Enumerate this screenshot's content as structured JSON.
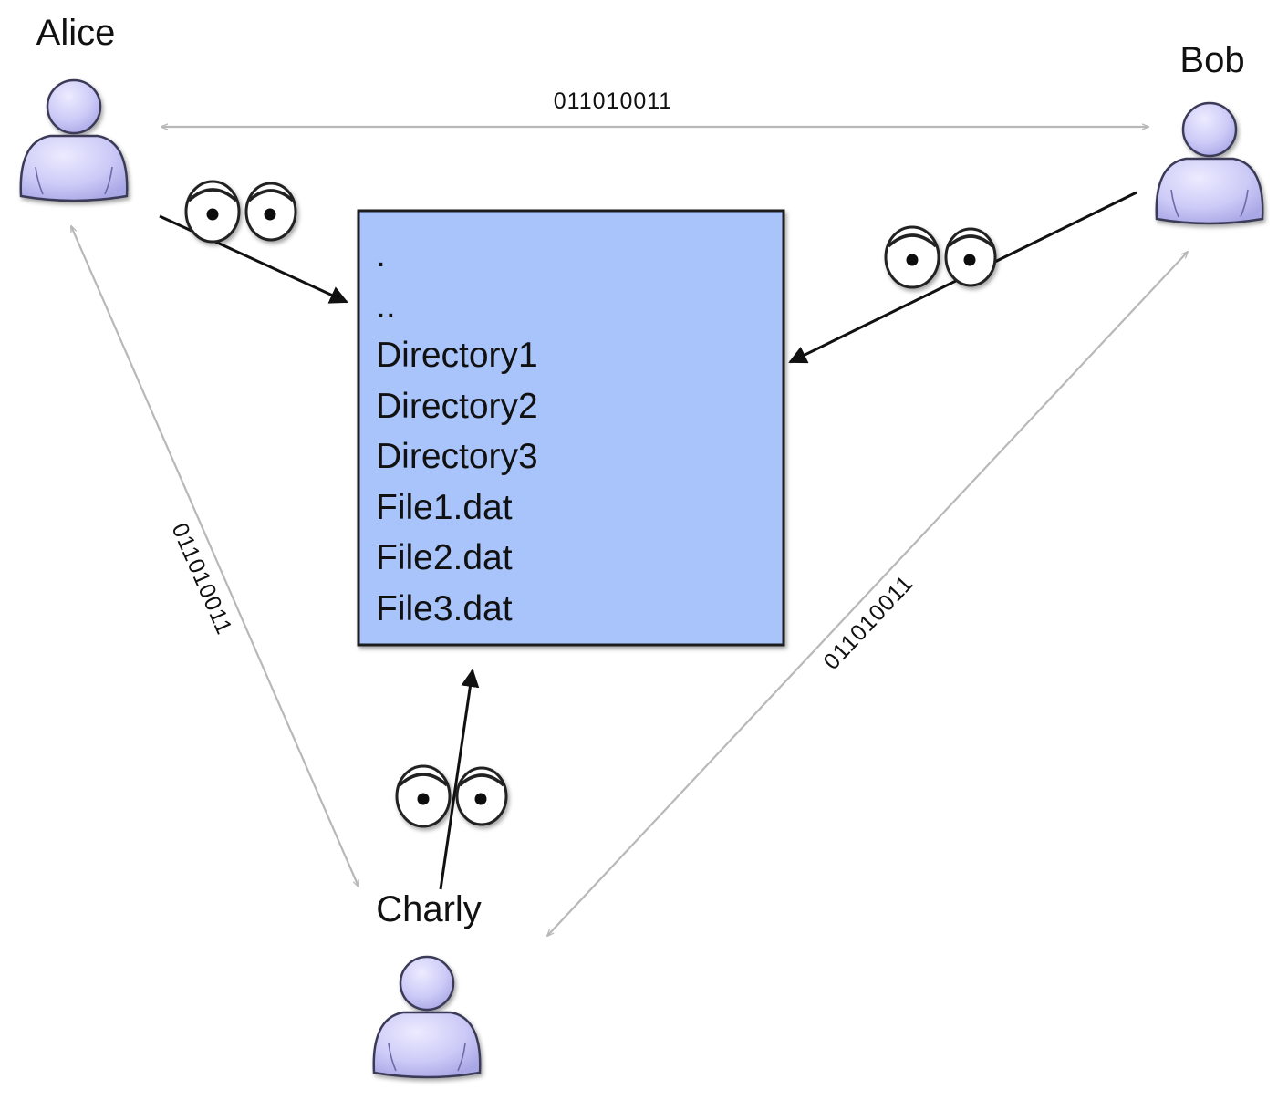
{
  "users": {
    "alice": {
      "name": "Alice"
    },
    "bob": {
      "name": "Bob"
    },
    "charly": {
      "name": "Charly"
    }
  },
  "links": {
    "alice_bob": "011010011",
    "alice_charly": "011010011",
    "bob_charly": "011010011"
  },
  "directory_listing": [
    ".",
    "..",
    "Directory1",
    "Directory2",
    "Directory3",
    "File1.dat",
    "File2.dat",
    "File3.dat"
  ],
  "icons": [
    "user-icon",
    "eyes-icon"
  ],
  "colors": {
    "listing_fill": "#a8c4fb",
    "listing_border": "#1a1a1a",
    "user_fill": "#cdcbf7",
    "user_outline": "#3a3a58",
    "peer_link": "#b8b8b8",
    "view_arrow": "#111111"
  }
}
